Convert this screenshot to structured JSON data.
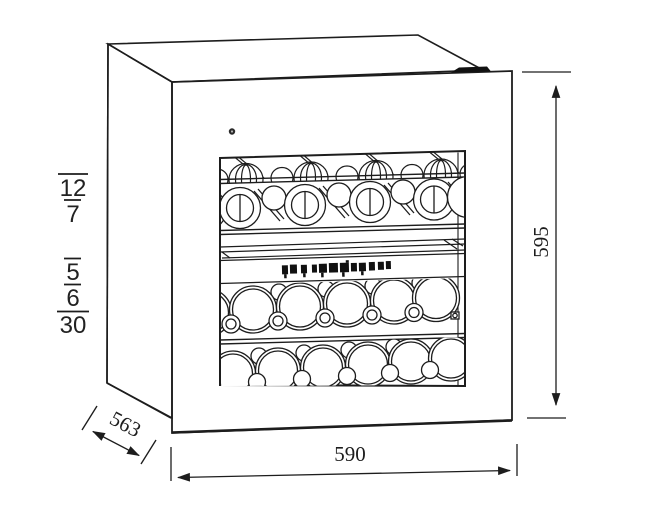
{
  "diagram": {
    "title": "built-in wine cooler dimension drawing",
    "view": "isometric front-left view with glass door and bottle racks",
    "colors": {
      "line": "#1d1d1d",
      "background": "#ffffff",
      "hinge": "#111111"
    },
    "annotations": {
      "capacity_labels": [
        {
          "value": "12"
        },
        {
          "value": "7"
        },
        {
          "value": "5"
        },
        {
          "value": "6"
        },
        {
          "value": "30"
        }
      ],
      "dimensions": {
        "width": "590",
        "height": "595",
        "depth": "563"
      }
    },
    "icons": [
      "led-indicator-icon",
      "door-hinge-icon",
      "control-panel-buttons"
    ]
  }
}
